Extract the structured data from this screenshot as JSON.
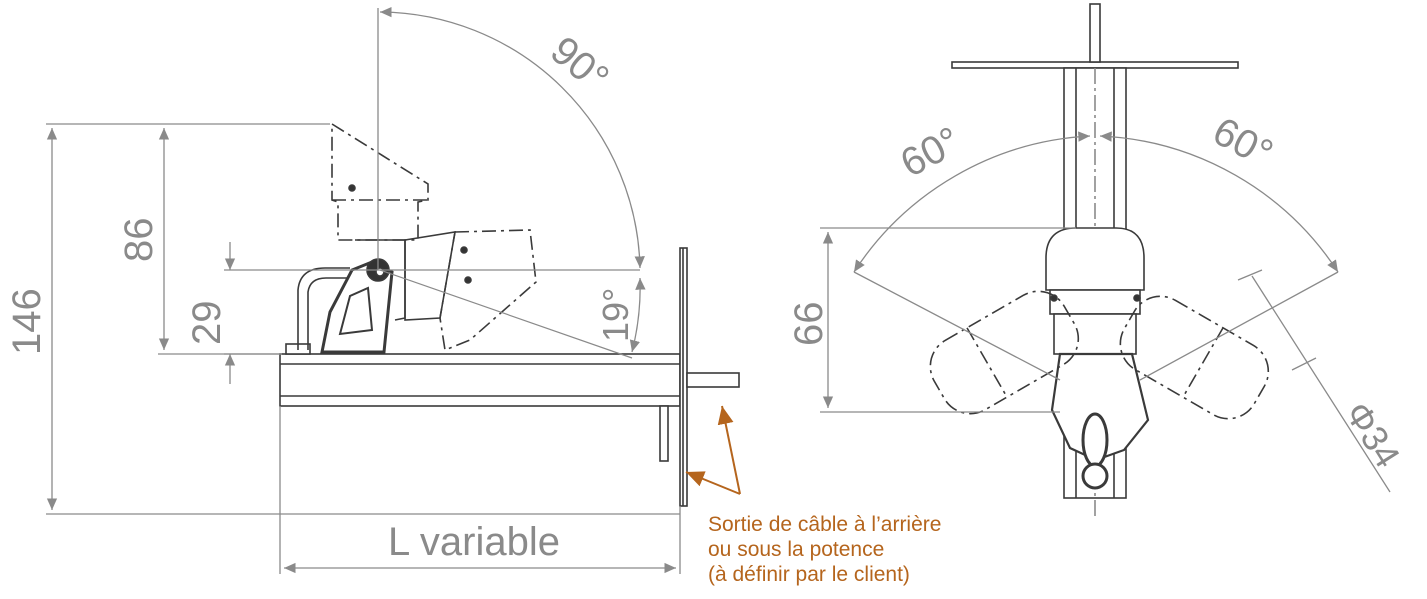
{
  "left_view": {
    "dim_total_height": "146",
    "dim_upper_height": "86",
    "dim_small_height": "29",
    "angle_tilt_max": "90°",
    "angle_tilt_min": "19°",
    "length_label": "L variable"
  },
  "right_view": {
    "angle_left": "60°",
    "angle_right": "60°",
    "dim_height": "66",
    "dim_diameter": "Φ34"
  },
  "cable_note": {
    "line1": "Sortie de câble à l’arrière",
    "line2": "ou sous la potence",
    "line3": "(à définir par le client)"
  },
  "colors": {
    "line": "#3a3a3a",
    "dimension": "#8a8a8a",
    "annotation": "#b5651d"
  }
}
